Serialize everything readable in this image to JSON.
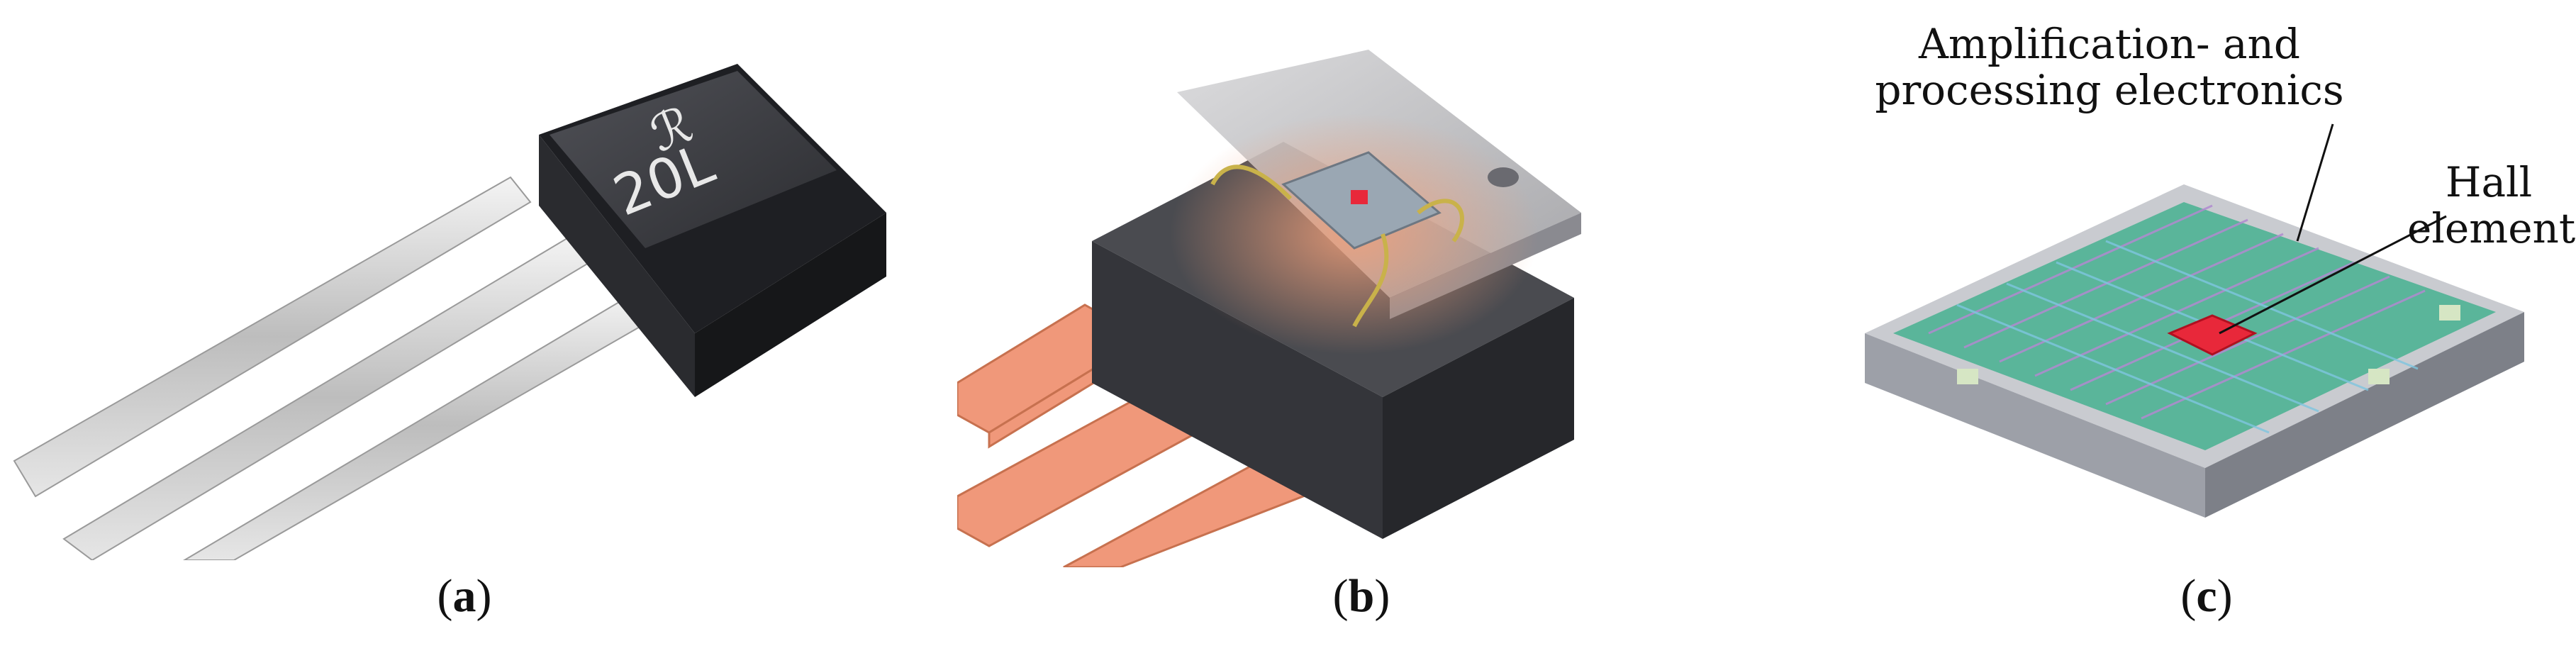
{
  "panels": [
    {
      "id": "a",
      "caption_letter": "a",
      "marking_line1": "ℛ",
      "marking_line2": "20L"
    },
    {
      "id": "b",
      "caption_letter": "b"
    },
    {
      "id": "c",
      "caption_letter": "c",
      "annotation_processing_line1": "Amplification- and",
      "annotation_processing_line2": "processing electronics",
      "annotation_hall_line1": "Hall",
      "annotation_hall_line2": "element"
    }
  ],
  "colors": {
    "copper": "#f0987a",
    "package": "#3a3b40",
    "hall": "#e8283a",
    "substrate": "#8d9098"
  }
}
